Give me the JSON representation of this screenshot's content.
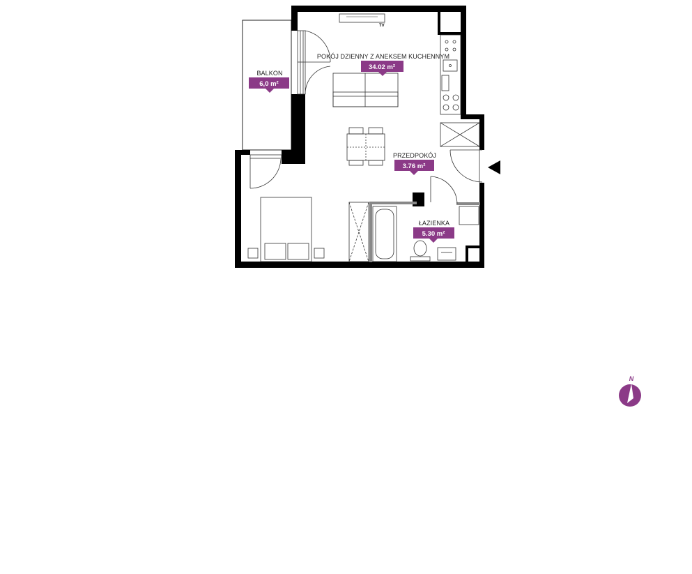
{
  "rooms": [
    {
      "id": "balcony",
      "name": "BALKON",
      "area": "6,0 m²"
    },
    {
      "id": "living",
      "name": "POKÓJ DZIENNY Z ANEKSEM KUCHENNYM",
      "area": "34.02 m²"
    },
    {
      "id": "hall",
      "name": "PRZEDPOKÓJ",
      "area": "3.76 m²"
    },
    {
      "id": "bath",
      "name": "ŁAZIENKA",
      "area": "5.30 m²"
    }
  ],
  "tv_label": "TV",
  "compass": {
    "label": "N",
    "color": "#8b3a87"
  },
  "colors": {
    "accent": "#8b3a87",
    "wall": "#000000",
    "partition": "#888888"
  }
}
